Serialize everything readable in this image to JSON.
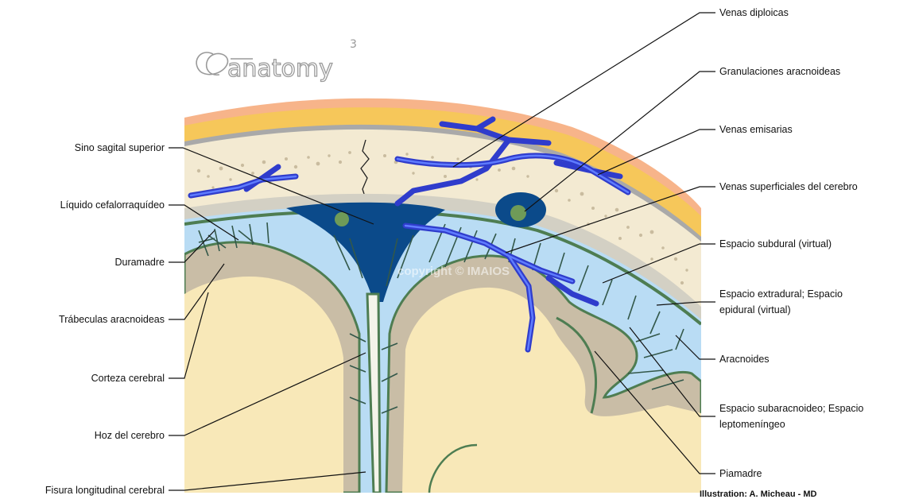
{
  "logo": {
    "text": "anatomy",
    "superscript": "3"
  },
  "watermark": "copyright © IMAIOS",
  "credit": "Illustration: A. Micheau - MD",
  "labels_left": [
    "Sino sagital superior",
    "Líquido cefalorraquídeo",
    "Duramadre",
    "Trábeculas aracnoideas",
    "Corteza cerebral",
    "Hoz del cerebro",
    "Fisura longitudinal cerebral"
  ],
  "labels_right": [
    "Venas diploicas",
    "Granulaciones aracnoideas",
    "Venas emisarias",
    "Venas superficiales del cerebro",
    "Espacio subdural (virtual)",
    "Espacio extradural; Espacio",
    "epidural (virtual)",
    "Aracnoides",
    "Espacio subaracnoideo; Espacio",
    "leptomeníngeo",
    "Piamadre"
  ],
  "colors": {
    "skin": "#f7b48a",
    "scalp_fat": "#f6c75a",
    "bone": "#f3ead2",
    "diploe_dots": "#c9bc9f",
    "dura": "#d3d0c4",
    "csf": "#b9dcf4",
    "cortex_gray": "#c9bda6",
    "white_matter": "#f8e8b8",
    "pia_green": "#4e7d52",
    "sinus_blue": "#0b4a8a",
    "vein_blue": "#2f3ccc"
  }
}
